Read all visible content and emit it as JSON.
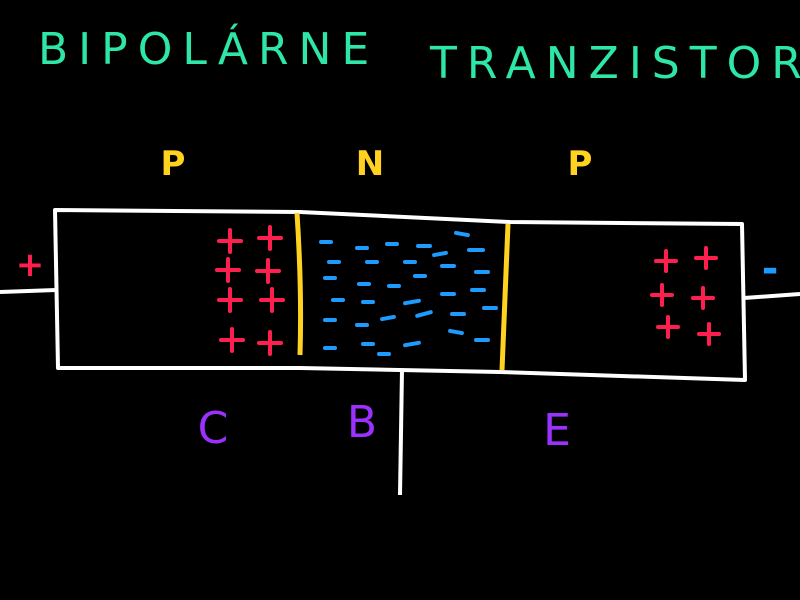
{
  "title": {
    "word1": "BIPOLÁRNE",
    "word2": "TRANZISTORY"
  },
  "regions": [
    "P",
    "N",
    "P"
  ],
  "terminals": {
    "collector": "C",
    "base": "B",
    "emitter": "E"
  },
  "polarity": {
    "left": "+",
    "right": "-"
  },
  "colors": {
    "title": "#2ee6a6",
    "region": "#ffd21f",
    "terminal": "#9b30ff",
    "positive": "#ff1f4f",
    "negative": "#1e9bff",
    "junction": "#ffd21f",
    "outline": "#ffffff"
  }
}
